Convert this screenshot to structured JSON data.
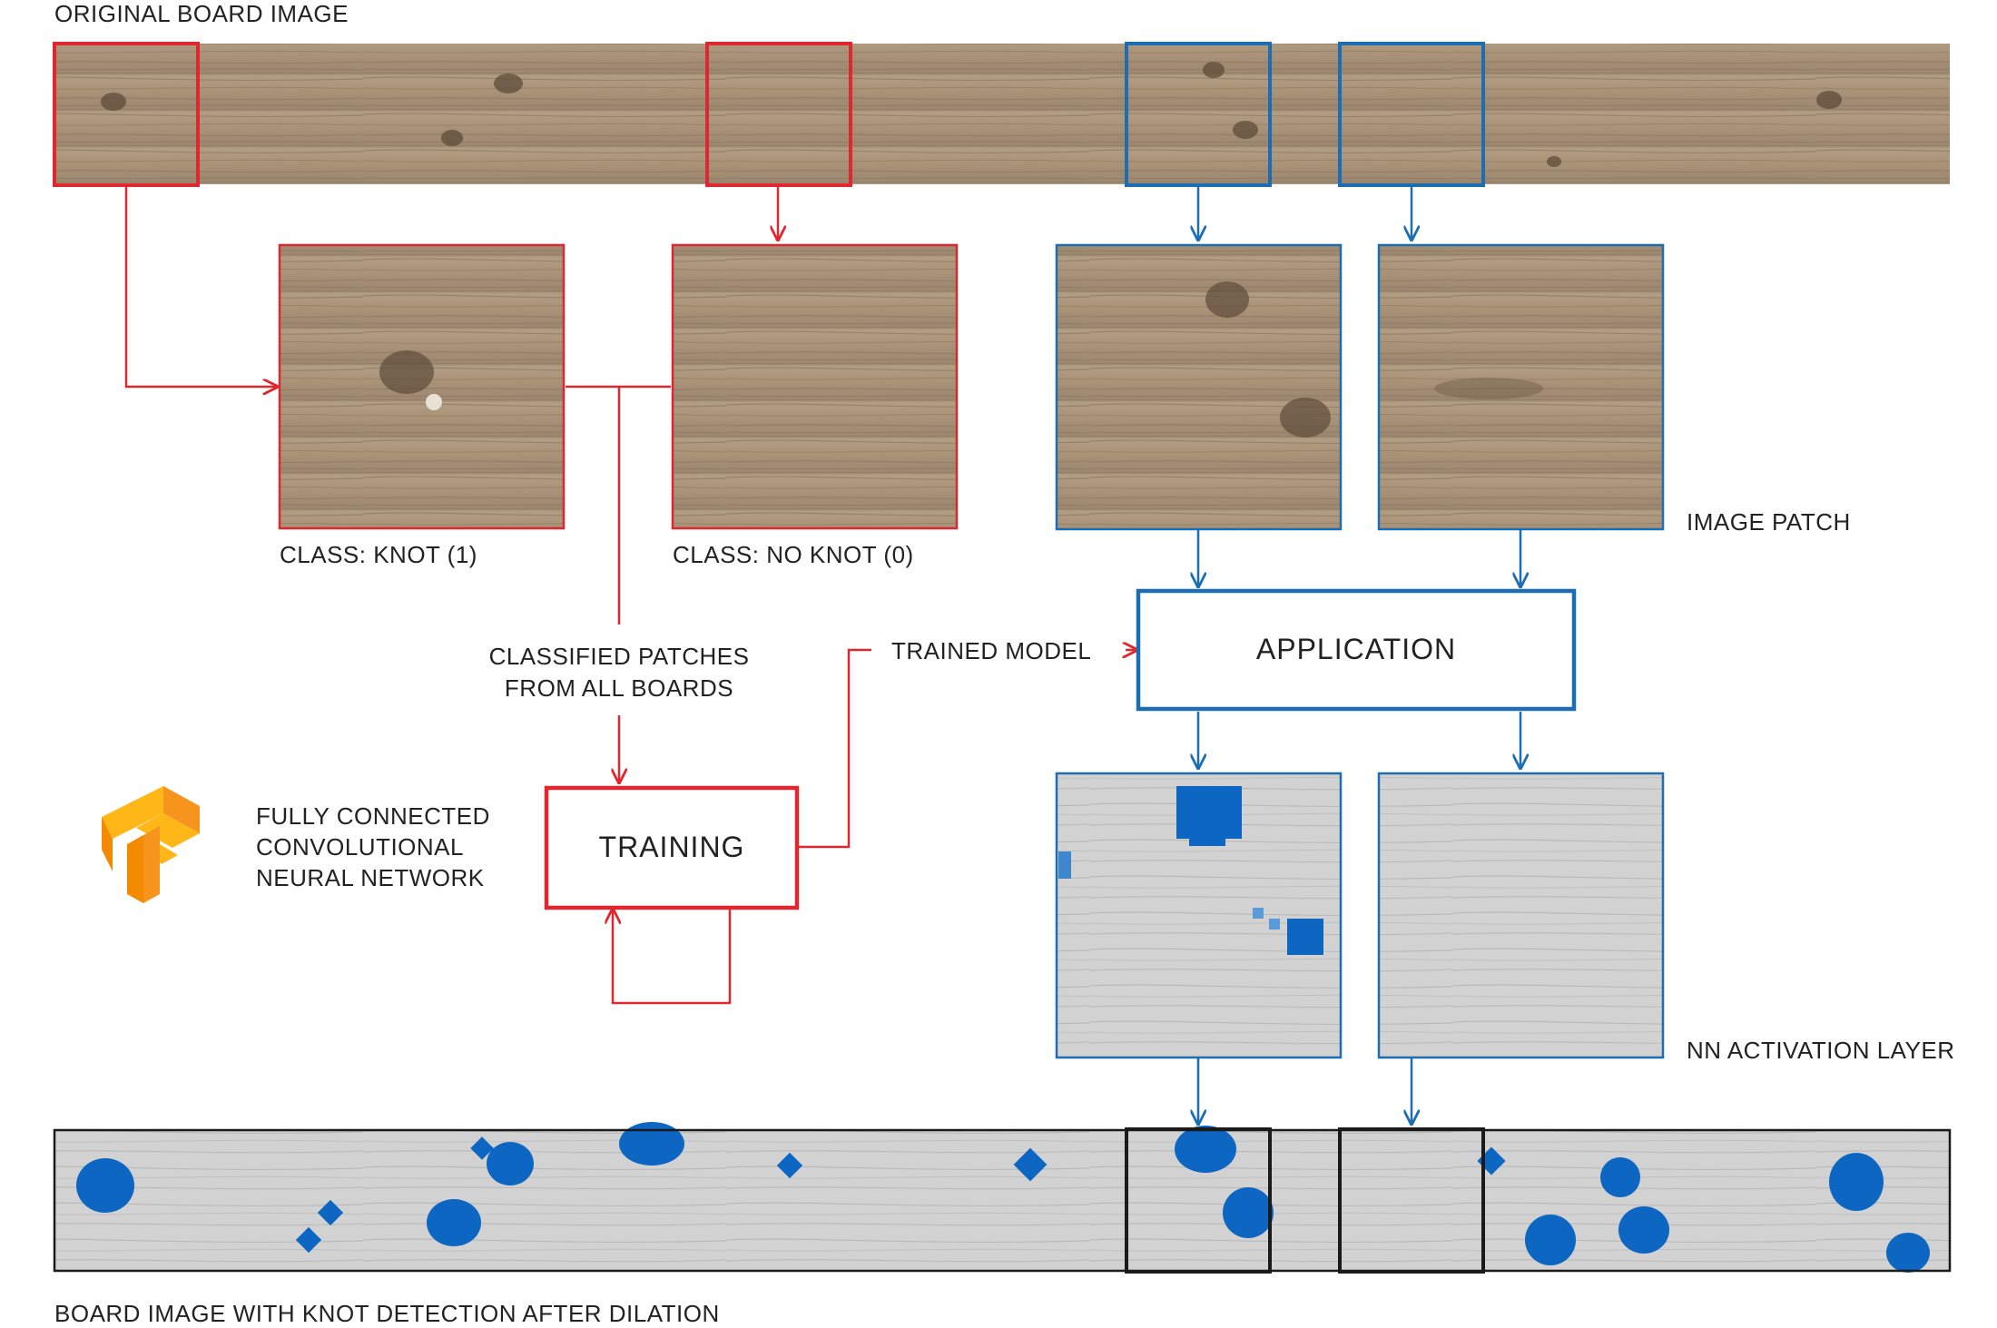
{
  "labels": {
    "original_board": "ORIGINAL BOARD IMAGE",
    "class_knot": "CLASS: KNOT (1)",
    "class_no_knot": "CLASS: NO KNOT (0)",
    "image_patch": "IMAGE PATCH",
    "classified_line1": "CLASSIFIED PATCHES",
    "classified_line2": "FROM ALL BOARDS",
    "trained_model": "TRAINED MODEL",
    "application": "APPLICATION",
    "training": "TRAINING",
    "fcnn_line1": "FULLY CONNECTED",
    "fcnn_line2": "CONVOLUTIONAL",
    "fcnn_line3": "NEURAL NETWORK",
    "nn_activation": "NN ACTIVATION LAYER",
    "board_detection": "BOARD IMAGE WITH KNOT DETECTION AFTER DILATION"
  },
  "colors": {
    "red": "#e0262e",
    "blue": "#1d6db3",
    "detection_blue": "#0c66c2",
    "black": "#1a1a1a",
    "wood": "#a89176",
    "gray_board": "#cfcfcf",
    "logo_orange": "#f7941d",
    "logo_yellow": "#ffb617"
  }
}
